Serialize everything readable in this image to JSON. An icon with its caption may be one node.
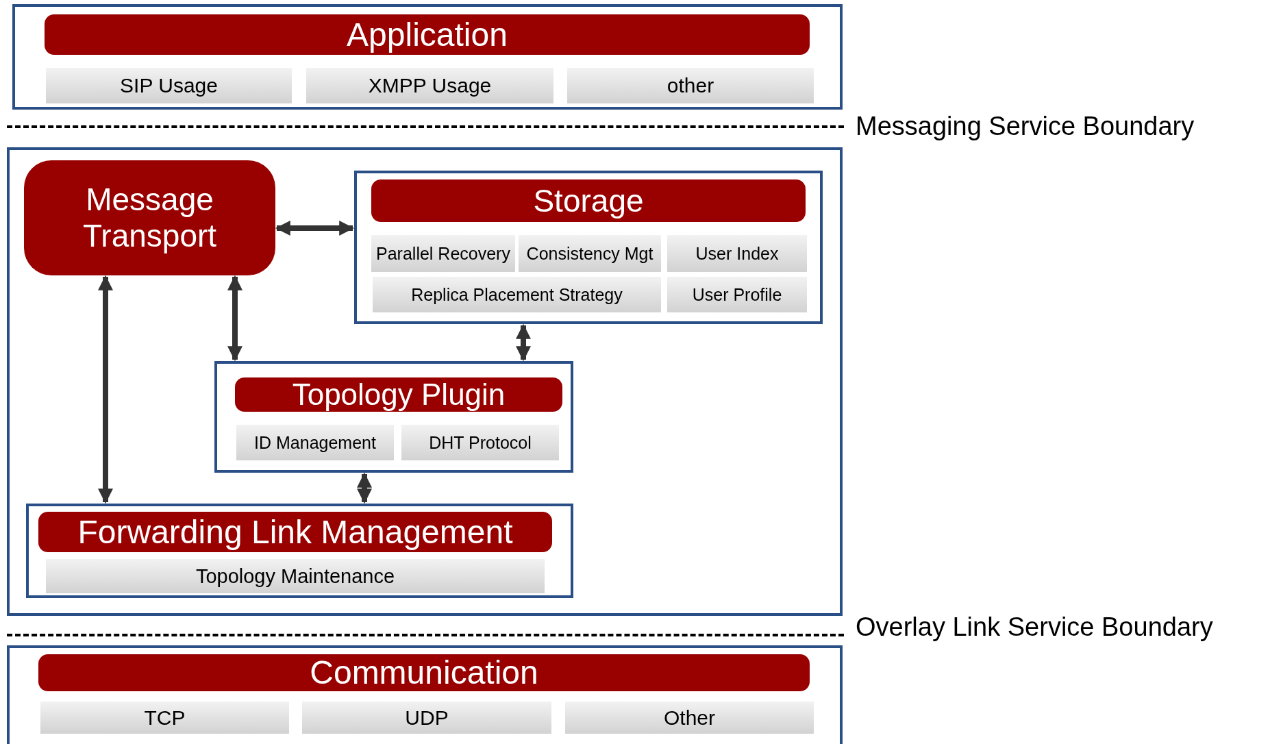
{
  "diagram": {
    "nodes": [
      {
        "text": [
          "Application"
        ]
      },
      {
        "text": [
          "SIP Usage"
        ],
        "in": 0
      },
      {
        "text": [
          "XMPP Usage"
        ],
        "in": 0
      },
      {
        "text": [
          "other"
        ],
        "in": 0
      },
      {
        "text": [],
        "shape": "box"
      },
      {
        "text": [
          "Message Transport"
        ],
        "in": 4
      },
      {
        "text": [
          "Storage"
        ],
        "in": 4
      },
      {
        "text": [
          "Parallel Recovery"
        ],
        "in": 6
      },
      {
        "text": [
          "Consistency Mgt"
        ],
        "in": 6
      },
      {
        "text": [
          "User Index"
        ],
        "in": 6
      },
      {
        "text": [
          "Replica Placement Strategy"
        ],
        "in": 6
      },
      {
        "text": [
          "User Profile"
        ],
        "in": 6
      },
      {
        "text": [
          "Topology Plugin"
        ],
        "in": 4
      },
      {
        "text": [
          "ID Management"
        ],
        "in": 12
      },
      {
        "text": [
          "DHT Protocol"
        ],
        "in": 12
      },
      {
        "text": [
          "Forwarding Link Management"
        ],
        "in": 4
      },
      {
        "text": [
          "Topology Maintenance"
        ],
        "in": 15
      },
      {
        "text": [
          "Communication"
        ]
      },
      {
        "text": [
          "TCP"
        ],
        "in": 17
      },
      {
        "text": [
          "UDP"
        ],
        "in": 17
      },
      {
        "text": [
          "Other"
        ],
        "in": 17
      }
    ],
    "edges": [
      {
        "from": 5,
        "to": 6,
        "arrow": "both"
      },
      {
        "from": 5,
        "to": 15,
        "arrow": "both"
      },
      {
        "from": 5,
        "to": 12,
        "arrow": "both"
      },
      {
        "from": 6,
        "to": 12,
        "arrow": "both"
      },
      {
        "from": 12,
        "to": 15,
        "arrow": "both"
      }
    ],
    "labels": [
      "Messaging Service Boundary",
      "Overlay Link Service Boundary"
    ]
  }
}
